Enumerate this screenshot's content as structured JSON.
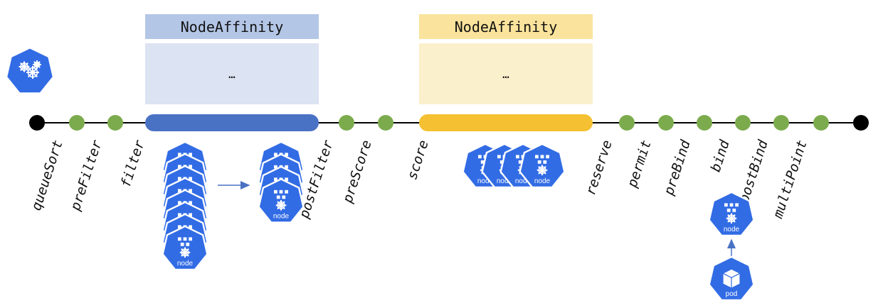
{
  "filter_box": {
    "title": "NodeAffinity",
    "body": "…"
  },
  "score_box": {
    "title": "NodeAffinity",
    "body": "…"
  },
  "extension_points": [
    "queueSort",
    "preFilter",
    "filter",
    "postFilter",
    "preScore",
    "score",
    "reserve",
    "permit",
    "preBind",
    "bind",
    "postBind",
    "multiPoint"
  ],
  "icons": {
    "scheduler": "sched",
    "node": "node",
    "pod": "pod"
  },
  "colors": {
    "filter_bar": "#4A72C4",
    "filter_title_bg": "#B4C6E6",
    "filter_body_bg": "#DCE3F2",
    "score_bar": "#F5C132",
    "score_title_bg": "#FAE39C",
    "score_body_bg": "#FBF0CC",
    "point": "#7CAB4D",
    "k8s_blue": "#326CE5",
    "timeline": "#000000"
  }
}
